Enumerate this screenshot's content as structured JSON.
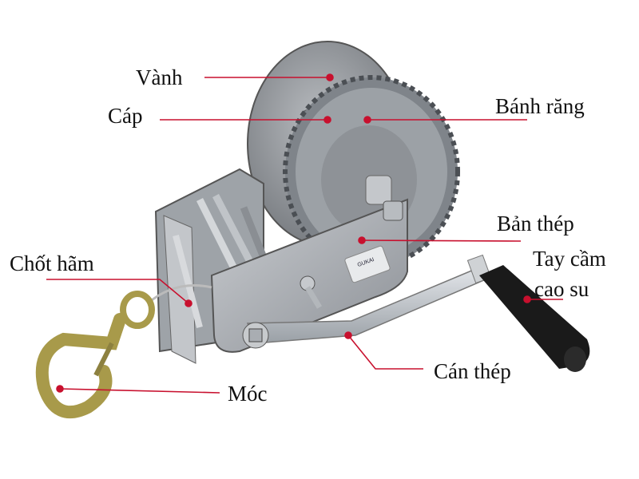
{
  "labels": {
    "rim": "Vành",
    "cable": "Cáp",
    "gear": "Bánh răng",
    "steel_plate": "Bản thép",
    "lock_pin": "Chốt hãm",
    "rubber_grip_line1": "Tay cầm",
    "rubber_grip_line2": "cao su",
    "steel_arm": "Cán thép",
    "hook": "Móc"
  },
  "brand_plate": "GUKAI",
  "colors": {
    "leader": "#c8102e",
    "steel": "#a9adb2",
    "grip": "#1a1a1a",
    "hook": "#a89a4a"
  }
}
